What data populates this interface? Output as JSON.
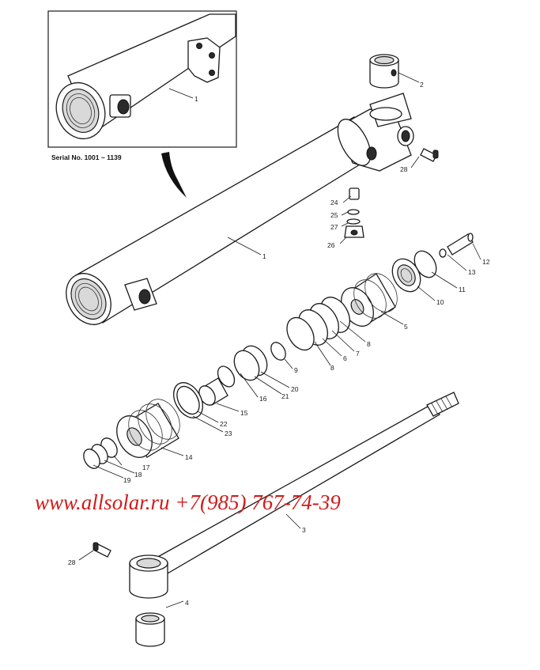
{
  "inset": {
    "serial_text": "Serial No. 1001 ~ 1139",
    "label": "1"
  },
  "watermark": "www.allsolar.ru +7(985) 767-74-39",
  "callouts": [
    {
      "id": "c1",
      "text": "1"
    },
    {
      "id": "c2",
      "text": "2"
    },
    {
      "id": "c3",
      "text": "3"
    },
    {
      "id": "c4",
      "text": "4"
    },
    {
      "id": "c5",
      "text": "5"
    },
    {
      "id": "c6",
      "text": "6"
    },
    {
      "id": "c7",
      "text": "7"
    },
    {
      "id": "c8a",
      "text": "8"
    },
    {
      "id": "c8b",
      "text": "8"
    },
    {
      "id": "c9",
      "text": "9"
    },
    {
      "id": "c10",
      "text": "10"
    },
    {
      "id": "c11",
      "text": "11"
    },
    {
      "id": "c12",
      "text": "12"
    },
    {
      "id": "c13",
      "text": "13"
    },
    {
      "id": "c14",
      "text": "14"
    },
    {
      "id": "c15",
      "text": "15"
    },
    {
      "id": "c16",
      "text": "16"
    },
    {
      "id": "c17",
      "text": "17"
    },
    {
      "id": "c18",
      "text": "18"
    },
    {
      "id": "c19",
      "text": "19"
    },
    {
      "id": "c20",
      "text": "20"
    },
    {
      "id": "c21",
      "text": "21"
    },
    {
      "id": "c22",
      "text": "22"
    },
    {
      "id": "c23",
      "text": "23"
    },
    {
      "id": "c24",
      "text": "24"
    },
    {
      "id": "c25",
      "text": "25"
    },
    {
      "id": "c26",
      "text": "26"
    },
    {
      "id": "c27",
      "text": "27"
    },
    {
      "id": "c28a",
      "text": "28"
    },
    {
      "id": "c28b",
      "text": "28"
    }
  ]
}
